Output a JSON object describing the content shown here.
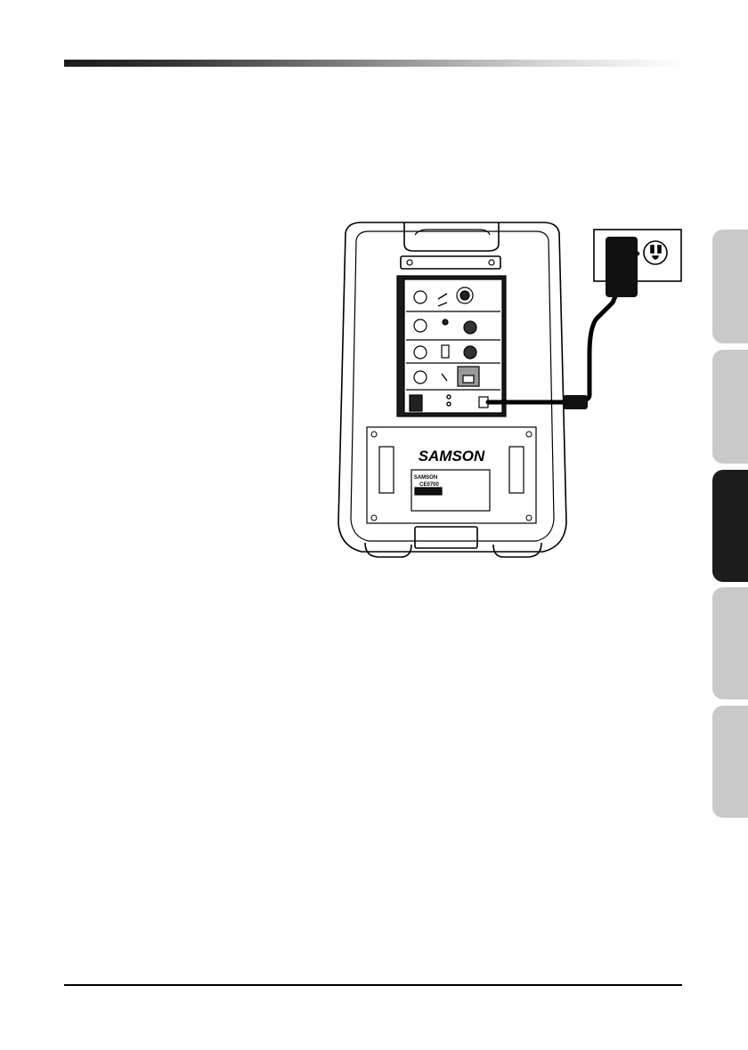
{
  "illustration": {
    "brand_logo": "SAMSON",
    "label_header": "SAMSON",
    "ce_mark": "CE0700"
  },
  "side_tabs": [
    {
      "state": "inactive",
      "color": "#c9c9c9"
    },
    {
      "state": "inactive",
      "color": "#c9c9c9"
    },
    {
      "state": "active",
      "color": "#1c1c1c"
    },
    {
      "state": "inactive",
      "color": "#c9c9c9"
    },
    {
      "state": "inactive",
      "color": "#c9c9c9"
    }
  ]
}
